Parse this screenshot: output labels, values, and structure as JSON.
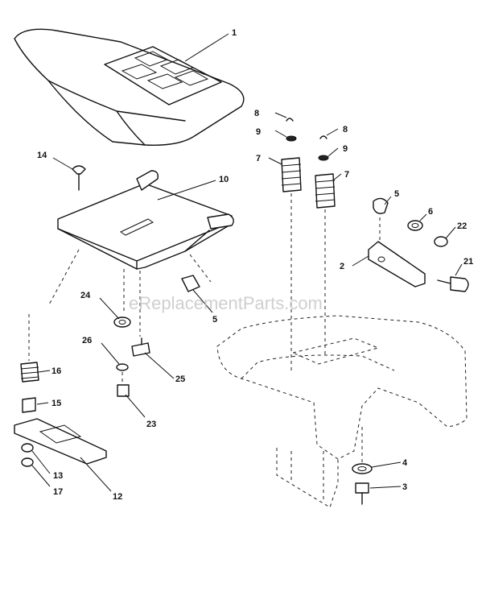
{
  "watermark": "eReplacementParts.com",
  "callouts": [
    "1",
    "8",
    "9",
    "7",
    "8",
    "9",
    "7",
    "14",
    "10",
    "5",
    "6",
    "22",
    "2",
    "21",
    "24",
    "5",
    "26",
    "25",
    "16",
    "15",
    "23",
    "4",
    "3",
    "13",
    "12",
    "17"
  ]
}
